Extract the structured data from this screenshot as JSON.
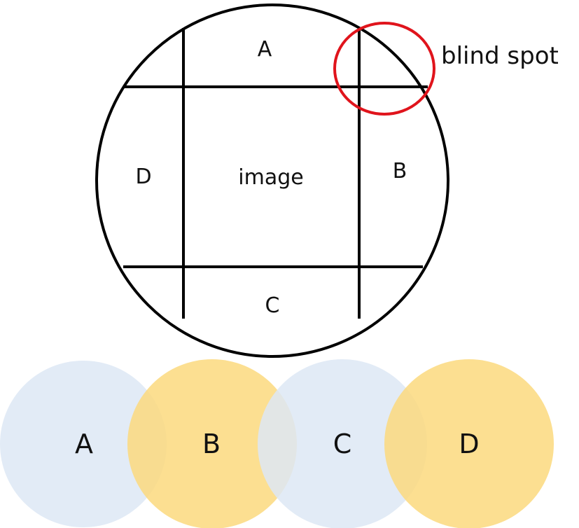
{
  "top_diagram": {
    "labels": {
      "a": "A",
      "b": "B",
      "c": "C",
      "d": "D",
      "center": "image"
    },
    "callout": "blind spot",
    "colors": {
      "stroke": "#000000",
      "callout": "#e0141c"
    }
  },
  "bottom_diagram": {
    "circles": [
      {
        "label": "A",
        "color": "#dde7f5"
      },
      {
        "label": "B",
        "color": "#fcd97e"
      },
      {
        "label": "C",
        "color": "#dde7f5"
      },
      {
        "label": "D",
        "color": "#fcd97e"
      }
    ]
  }
}
